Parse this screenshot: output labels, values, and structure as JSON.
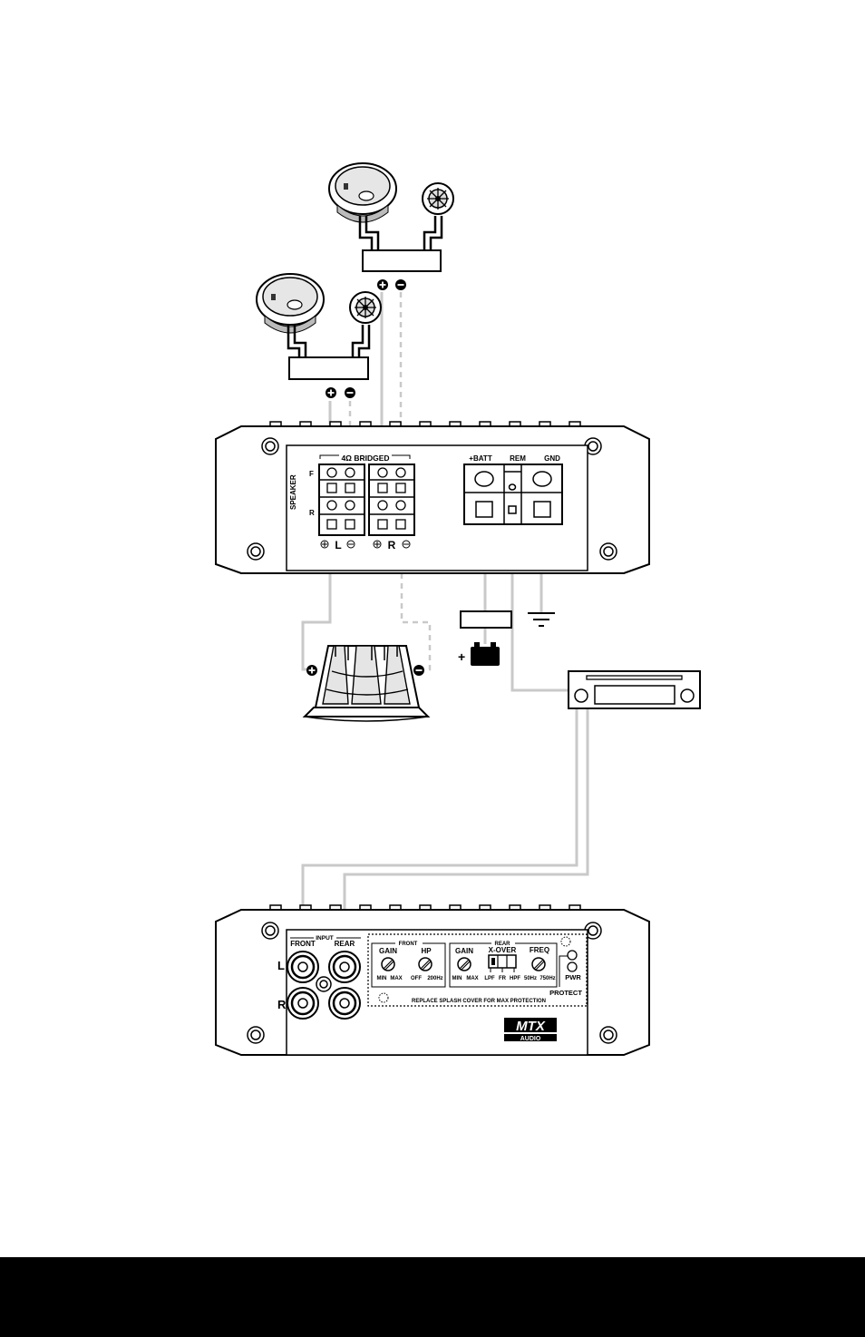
{
  "amp_top": {
    "bridged_label": "4Ω BRIDGED",
    "speaker_label": "SPEAKER",
    "row_front": "F",
    "row_rear": "R",
    "channel_left": "L",
    "channel_right": "R",
    "batt_label": "+BATT",
    "rem_label": "REM",
    "gnd_label": "GND"
  },
  "battery": {
    "plus_sign": "+"
  },
  "amp_bottom": {
    "input_label": "INPUT",
    "front_label": "FRONT",
    "rear_label": "REAR",
    "row_left": "L",
    "row_right": "R",
    "front_group": "FRONT",
    "rear_group": "REAR",
    "front_gain": {
      "title": "GAIN",
      "min": "MIN",
      "max": "MAX"
    },
    "front_hp": {
      "title": "HP",
      "min": "OFF",
      "max": "200Hz"
    },
    "rear_gain": {
      "title": "GAIN",
      "min": "MIN",
      "max": "MAX"
    },
    "xover": {
      "title": "X-OVER",
      "options": [
        "LPF",
        "FR",
        "HPF"
      ]
    },
    "freq": {
      "title": "FREQ",
      "min": "50Hz",
      "max": "750Hz"
    },
    "pwr_label": "PWR",
    "protect_label": "PROTECT",
    "splash_note": "REPLACE SPLASH COVER FOR MAX PROTECTION",
    "brand": "MTX",
    "brand_sub": "AUDIO"
  }
}
